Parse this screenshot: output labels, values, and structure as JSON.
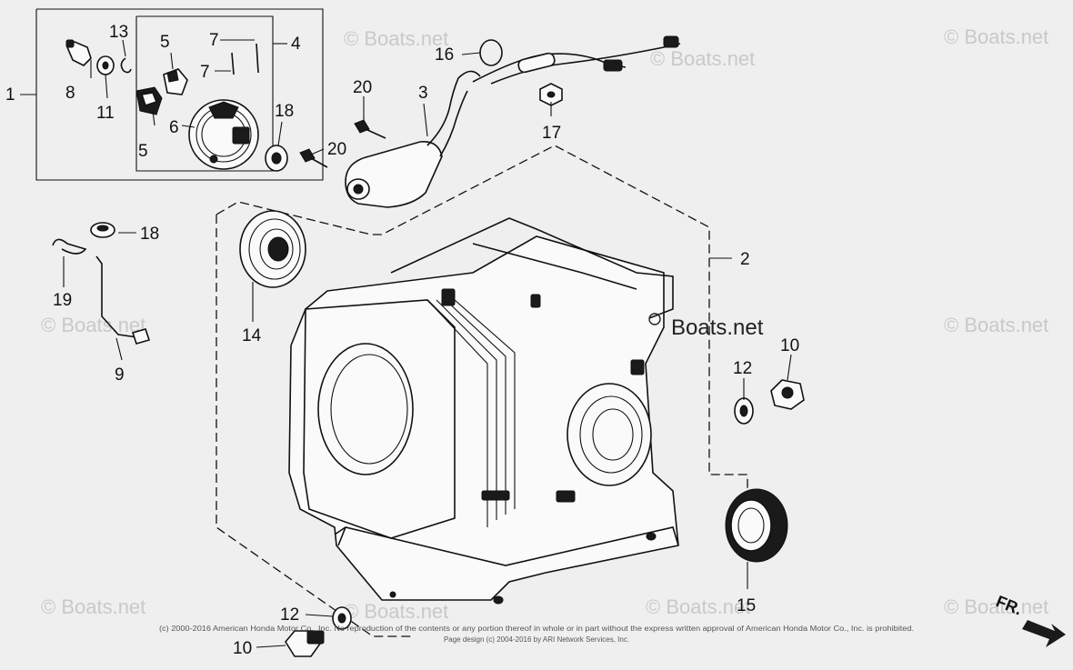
{
  "watermark": {
    "brand": "© Boats.net",
    "brand_prominent": "Boats.net"
  },
  "orientation": {
    "label": "FR."
  },
  "copyright": {
    "line1": "(c) 2000-2016 American Honda Motor Co., Inc. No reproduction of the contents or any portion thereof in whole or in part without the express written approval of American Honda Motor Co., Inc. is prohibited.",
    "line2": "Page design (c) 2004-2016 by ARI Network Services, Inc."
  },
  "callouts": [
    {
      "id": "1",
      "label": "1"
    },
    {
      "id": "2",
      "label": "2"
    },
    {
      "id": "3",
      "label": "3"
    },
    {
      "id": "4",
      "label": "4"
    },
    {
      "id": "5a",
      "label": "5"
    },
    {
      "id": "5b",
      "label": "5"
    },
    {
      "id": "6",
      "label": "6"
    },
    {
      "id": "7a",
      "label": "7"
    },
    {
      "id": "7b",
      "label": "7"
    },
    {
      "id": "8",
      "label": "8"
    },
    {
      "id": "9",
      "label": "9"
    },
    {
      "id": "10a",
      "label": "10"
    },
    {
      "id": "10b",
      "label": "10"
    },
    {
      "id": "11",
      "label": "11"
    },
    {
      "id": "12a",
      "label": "12"
    },
    {
      "id": "12b",
      "label": "12"
    },
    {
      "id": "13",
      "label": "13"
    },
    {
      "id": "14",
      "label": "14"
    },
    {
      "id": "15",
      "label": "15"
    },
    {
      "id": "16",
      "label": "16"
    },
    {
      "id": "17",
      "label": "17"
    },
    {
      "id": "18a",
      "label": "18"
    },
    {
      "id": "18b",
      "label": "18"
    },
    {
      "id": "19",
      "label": "19"
    },
    {
      "id": "20a",
      "label": "20"
    },
    {
      "id": "20b",
      "label": "20"
    }
  ]
}
